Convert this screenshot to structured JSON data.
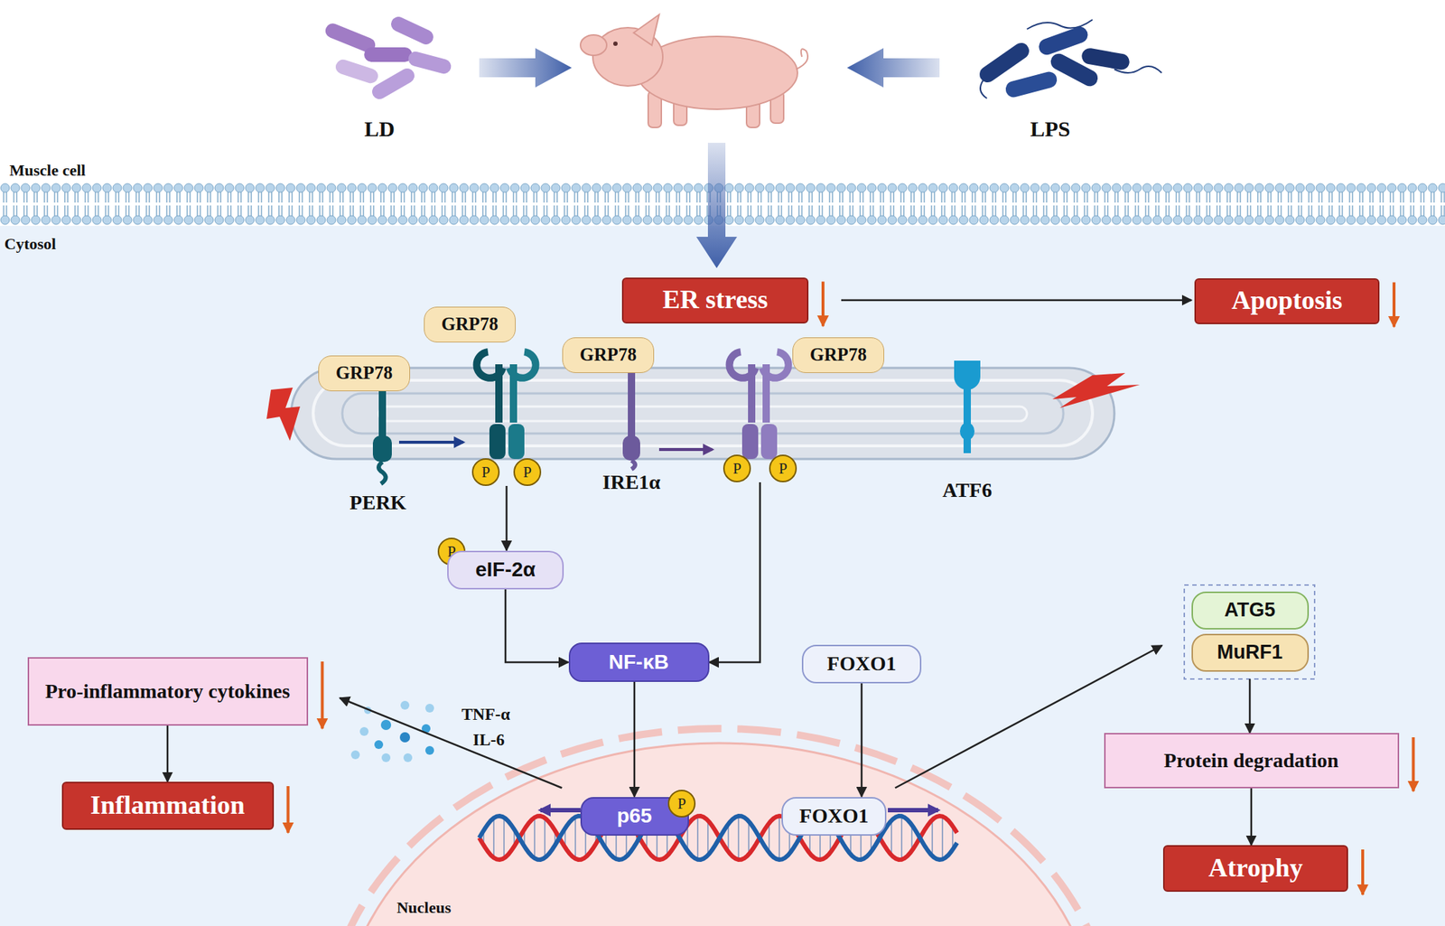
{
  "diagram": {
    "nodes": [
      {
        "text": [
          "ER stress"
        ]
      },
      {
        "text": [
          "Apoptosis"
        ]
      },
      {
        "text": [
          "GRP78"
        ]
      },
      {
        "text": [
          "GRP78"
        ]
      },
      {
        "text": [
          "GRP78"
        ]
      },
      {
        "text": [
          "GRP78"
        ]
      },
      {
        "text": [
          "P"
        ]
      },
      {
        "text": [
          "P"
        ]
      },
      {
        "text": [
          "P"
        ]
      },
      {
        "text": [
          "P"
        ]
      },
      {
        "text": [
          "P"
        ]
      },
      {
        "text": [
          "eIF-2α"
        ]
      },
      {
        "text": [
          "NF-κB"
        ]
      },
      {
        "text": [
          "FOXO1"
        ]
      },
      {
        "text": [
          "ATG5"
        ]
      },
      {
        "text": [
          "MuRF1"
        ]
      },
      {
        "text": [
          "Pro-inflammatory cytokines"
        ]
      },
      {
        "text": [
          "Inflammation"
        ]
      },
      {
        "text": [
          "Protein degradation"
        ]
      },
      {
        "text": [
          "p65"
        ]
      },
      {
        "text": [
          "P"
        ]
      },
      {
        "text": [
          "FOXO1"
        ]
      },
      {
        "text": [
          "Atrophy"
        ]
      }
    ],
    "edges": [
      {
        "from": 0,
        "to": 1,
        "arrow": "to"
      },
      {
        "from": 6,
        "to": 11,
        "arrow": "to"
      },
      {
        "from": 11,
        "to": 12,
        "arrow": "to"
      },
      {
        "from": 9,
        "to": 12,
        "arrow": "to"
      },
      {
        "from": 12,
        "to": 19,
        "arrow": "to"
      },
      {
        "from": 13,
        "to": 21,
        "arrow": "to"
      },
      {
        "from": 21,
        "to": 14,
        "arrow": "to"
      },
      {
        "from": 19,
        "to": 16,
        "arrow": "to"
      },
      {
        "from": 16,
        "to": 17,
        "arrow": "to"
      },
      {
        "from": 15,
        "to": 18,
        "arrow": "to"
      },
      {
        "from": 18,
        "to": 22,
        "arrow": "to"
      }
    ],
    "labels": [
      "LD",
      "LPS",
      "Muscle cell",
      "Cytosol",
      "PERK",
      "IRE1α",
      "ATF6",
      "TNF-α",
      "IL-6",
      "Nucleus"
    ]
  }
}
